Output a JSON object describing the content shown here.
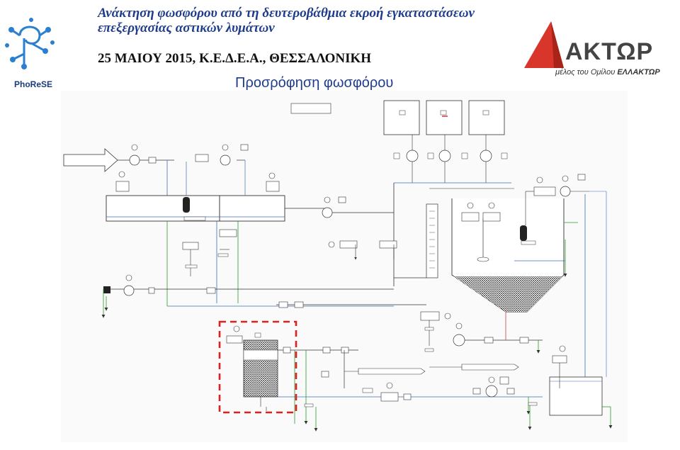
{
  "header": {
    "title": "Ανάκτηση φωσφόρου από τη δευτεροβάθμια εκροή εγκαταστάσεων επεξεργασίας αστικών λυμάτων",
    "subtitle": "25 ΜΑΙΟΥ 2015, Κ.Ε.Δ.Ε.Α., ΘΕΣΣΑΛΟΝΙΚΗ",
    "heading": "Προσρόφηση φωσφόρου"
  },
  "logos": {
    "left_wordmark": "PhoReSE",
    "right_brand": "ΑΚΤΩΡ",
    "right_tagline_prefix": "μέλος του Ομίλου",
    "right_tagline_group": "ΕΛΛΑΚΤΩΡ"
  },
  "colors": {
    "title_blue": "#1f3c8c",
    "pipe_blue": "#3a6fb5",
    "pipe_green": "#2a9a2a",
    "pipe_dark": "#333333",
    "highlight_red": "#e02020",
    "logo_blue": "#2a7fd0",
    "logo_red": "#d9362b"
  },
  "icons": {
    "left_logo": "phosphorus-network-icon",
    "right_logo": "red-triangle-icon"
  }
}
